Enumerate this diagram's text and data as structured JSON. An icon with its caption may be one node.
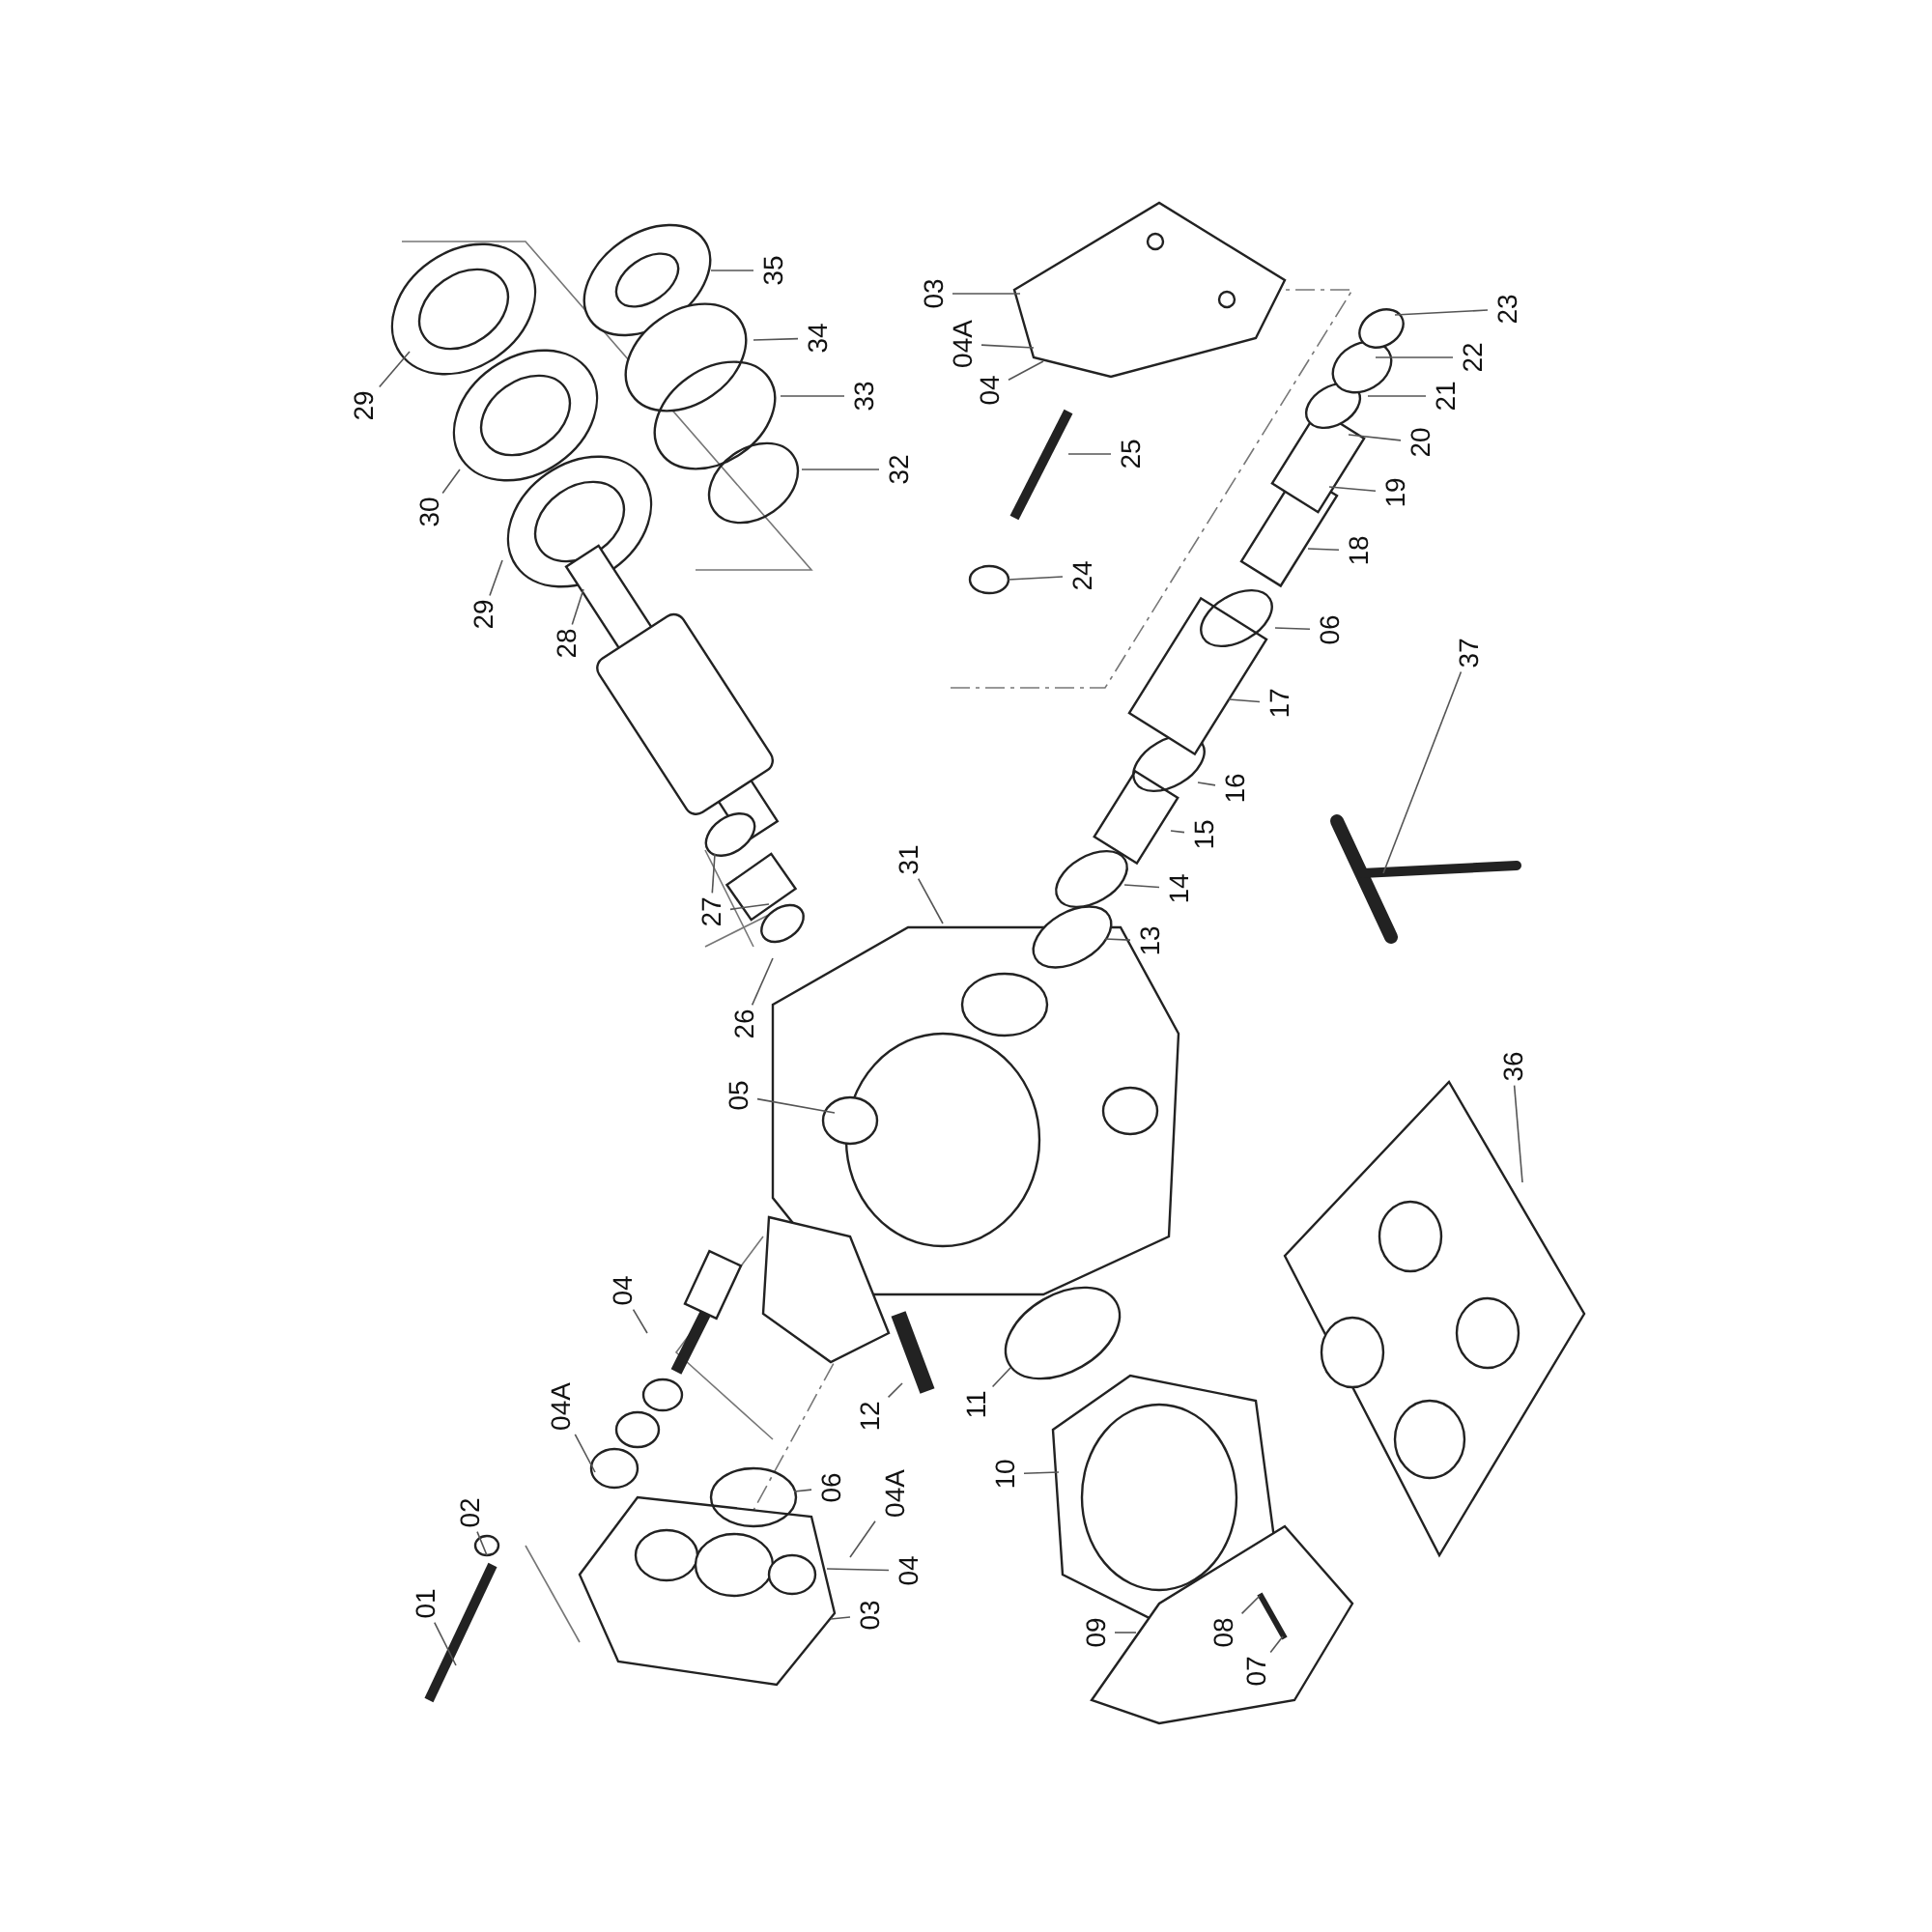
{
  "diagram": {
    "nodes": [
      {
        "text": [
          "29"
        ]
      },
      {
        "text": [
          "30"
        ]
      },
      {
        "text": [
          "29"
        ]
      },
      {
        "text": [
          "28"
        ]
      },
      {
        "text": [
          "35"
        ]
      },
      {
        "text": [
          "34"
        ]
      },
      {
        "text": [
          "33"
        ]
      },
      {
        "text": [
          "32"
        ]
      },
      {
        "text": [
          "03"
        ]
      },
      {
        "text": [
          "04A"
        ]
      },
      {
        "text": [
          "04"
        ]
      },
      {
        "text": [
          "25"
        ]
      },
      {
        "text": [
          "24"
        ]
      },
      {
        "text": [
          "23"
        ]
      },
      {
        "text": [
          "22"
        ]
      },
      {
        "text": [
          "21"
        ]
      },
      {
        "text": [
          "20"
        ]
      },
      {
        "text": [
          "19"
        ]
      },
      {
        "text": [
          "18"
        ]
      },
      {
        "text": [
          "06"
        ]
      },
      {
        "text": [
          "17"
        ]
      },
      {
        "text": [
          "16"
        ]
      },
      {
        "text": [
          "15"
        ]
      },
      {
        "text": [
          "14"
        ]
      },
      {
        "text": [
          "13"
        ]
      },
      {
        "text": [
          "37"
        ]
      },
      {
        "text": [
          "31"
        ]
      },
      {
        "text": [
          "27"
        ]
      },
      {
        "text": [
          "26"
        ]
      },
      {
        "text": [
          "05"
        ]
      },
      {
        "text": [
          "36"
        ]
      },
      {
        "text": [
          "04"
        ]
      },
      {
        "text": [
          "04A"
        ]
      },
      {
        "text": [
          "12"
        ]
      },
      {
        "text": [
          "11"
        ]
      },
      {
        "text": [
          "10"
        ]
      },
      {
        "text": [
          "06"
        ]
      },
      {
        "text": [
          "04A"
        ]
      },
      {
        "text": [
          "02"
        ]
      },
      {
        "text": [
          "04"
        ]
      },
      {
        "text": [
          "01"
        ]
      },
      {
        "text": [
          "03"
        ]
      },
      {
        "text": [
          "09"
        ]
      },
      {
        "text": [
          "08"
        ]
      },
      {
        "text": [
          "07"
        ]
      }
    ],
    "edges": [
      {
        "from": 0,
        "to": null,
        "arrow": "none"
      },
      {
        "from": 1,
        "to": null,
        "arrow": "none"
      },
      {
        "from": 2,
        "to": null,
        "arrow": "none"
      },
      {
        "from": 3,
        "to": null,
        "arrow": "none"
      },
      {
        "from": 4,
        "to": null,
        "arrow": "none"
      },
      {
        "from": 5,
        "to": null,
        "arrow": "none"
      },
      {
        "from": 6,
        "to": null,
        "arrow": "none"
      },
      {
        "from": 7,
        "to": null,
        "arrow": "none"
      },
      {
        "from": 8,
        "to": null,
        "arrow": "none"
      },
      {
        "from": 9,
        "to": null,
        "arrow": "none"
      },
      {
        "from": 10,
        "to": null,
        "arrow": "none"
      },
      {
        "from": 11,
        "to": null,
        "arrow": "none"
      },
      {
        "from": 12,
        "to": null,
        "arrow": "none"
      },
      {
        "from": 13,
        "to": null,
        "arrow": "none"
      },
      {
        "from": 14,
        "to": null,
        "arrow": "none"
      },
      {
        "from": 15,
        "to": null,
        "arrow": "none"
      },
      {
        "from": 16,
        "to": null,
        "arrow": "none"
      },
      {
        "from": 17,
        "to": null,
        "arrow": "none"
      },
      {
        "from": 18,
        "to": null,
        "arrow": "none"
      },
      {
        "from": 19,
        "to": null,
        "arrow": "none"
      },
      {
        "from": 20,
        "to": null,
        "arrow": "none"
      },
      {
        "from": 21,
        "to": null,
        "arrow": "none"
      },
      {
        "from": 22,
        "to": null,
        "arrow": "none"
      },
      {
        "from": 23,
        "to": null,
        "arrow": "none"
      },
      {
        "from": 24,
        "to": null,
        "arrow": "none"
      },
      {
        "from": 25,
        "to": null,
        "arrow": "none"
      },
      {
        "from": 26,
        "to": null,
        "arrow": "none"
      },
      {
        "from": 27,
        "to": null,
        "arrow": "none"
      },
      {
        "from": 27,
        "to": null,
        "arrow": "none"
      },
      {
        "from": 28,
        "to": null,
        "arrow": "none"
      },
      {
        "from": 29,
        "to": null,
        "arrow": "none"
      },
      {
        "from": 30,
        "to": null,
        "arrow": "none"
      },
      {
        "from": 31,
        "to": null,
        "arrow": "none"
      },
      {
        "from": 32,
        "to": null,
        "arrow": "none"
      },
      {
        "from": 33,
        "to": null,
        "arrow": "none"
      },
      {
        "from": 34,
        "to": null,
        "arrow": "none"
      },
      {
        "from": 35,
        "to": null,
        "arrow": "none"
      },
      {
        "from": 36,
        "to": null,
        "arrow": "none"
      },
      {
        "from": 37,
        "to": null,
        "arrow": "none"
      },
      {
        "from": 38,
        "to": null,
        "arrow": "none"
      },
      {
        "from": 39,
        "to": null,
        "arrow": "none"
      },
      {
        "from": 40,
        "to": null,
        "arrow": "none"
      },
      {
        "from": 41,
        "to": null,
        "arrow": "none"
      },
      {
        "from": 42,
        "to": null,
        "arrow": "none"
      },
      {
        "from": 43,
        "to": null,
        "arrow": "none"
      },
      {
        "from": 44,
        "to": null,
        "arrow": "none"
      }
    ]
  }
}
